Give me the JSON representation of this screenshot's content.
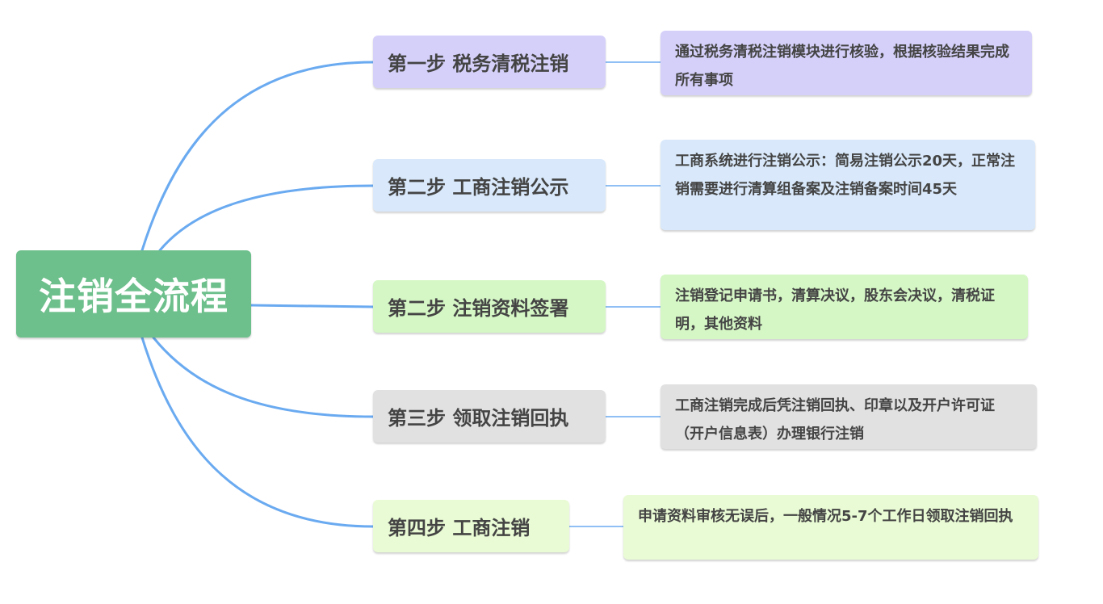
{
  "root": {
    "label": "注销全流程",
    "color": "#6dbf8b"
  },
  "steps": [
    {
      "title": "第一步 税务清税注销",
      "desc": "通过税务清税注销模块进行核验，根据核验结果完成所有事项",
      "color": "#d4d0fa"
    },
    {
      "title": "第二步 工商注销公示",
      "desc": "工商系统进行注销公示：简易注销公示20天，正常注销需要进行清算组备案及注销备案时间45天",
      "color": "#d9e9fb"
    },
    {
      "title": "第二步 注销资料签署",
      "desc": "注销登记申请书，清算决议，股东会决议，清税证明，其他资料",
      "color": "#d5f7c5"
    },
    {
      "title": "第三步 领取注销回执",
      "desc": "工商注销完成后凭注销回执、印章以及开户许可证（开户信息表）办理银行注销",
      "color": "#e1e1e1"
    },
    {
      "title": "第四步  工商注销",
      "desc": "申请资料审核无误后，一般情况5-7个工作日领取注销回执",
      "color": "#e9fbd4"
    }
  ],
  "connector_color": "#6aaaf0"
}
